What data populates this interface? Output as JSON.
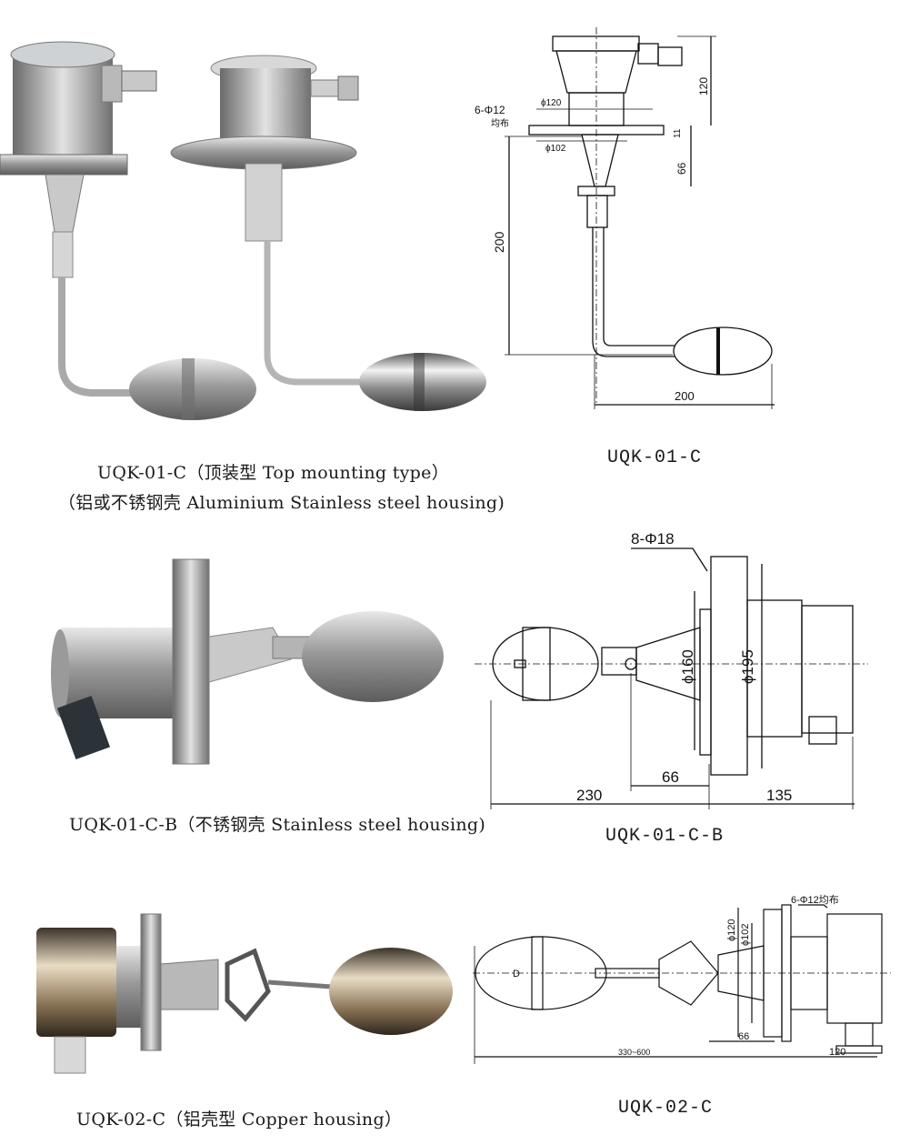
{
  "sections": [
    {
      "photo_caption_1": "UQK-01-C（顶装型 Top mounting type）",
      "photo_caption_2": "（铝或不锈钢壳 Aluminium Stainless steel housing)",
      "drawing_caption": "UQK-01-C",
      "dims": {
        "holes": "6-Φ12",
        "even": "均布",
        "d120": "ϕ120",
        "d102": "ϕ102",
        "h120": "120",
        "h11": "11",
        "h66": "66",
        "h200": "200",
        "w200": "200"
      }
    },
    {
      "photo_caption": "UQK-01-C-B（不锈钢壳 Stainless steel housing)",
      "drawing_caption": "UQK-01-C-B",
      "dims": {
        "holes": "8-Φ18",
        "d160": "ϕ160",
        "d195": "ϕ195",
        "w66": "66",
        "w230": "230",
        "w135": "135"
      }
    },
    {
      "photo_caption": "UQK-02-C（铝壳型 Copper housing）",
      "drawing_caption": "UQK-02-C",
      "dims": {
        "holes": "6-Φ12均布",
        "d120": "ϕ120",
        "d102": "ϕ102",
        "w66": "66",
        "range": "330~600",
        "w120": "120",
        "d": "D"
      }
    }
  ]
}
